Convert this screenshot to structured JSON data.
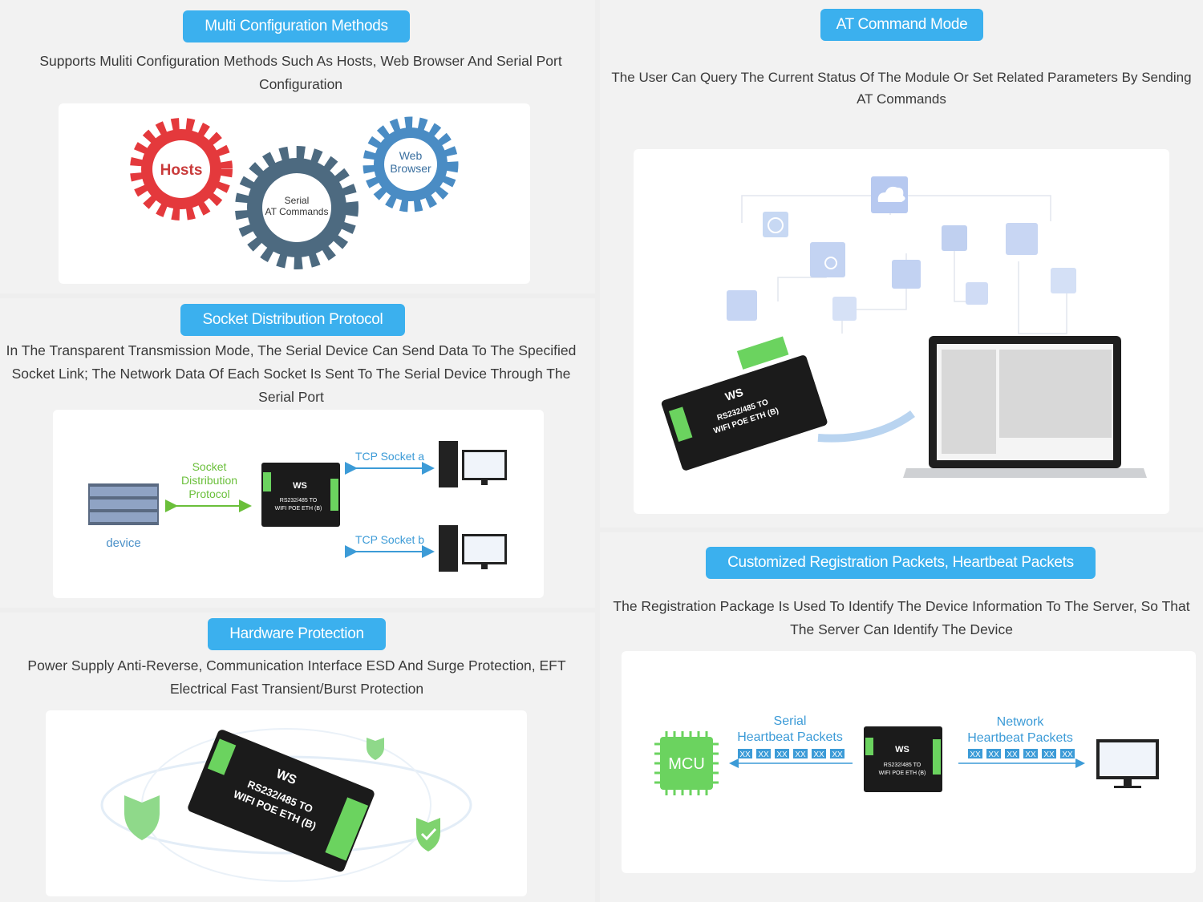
{
  "sections": {
    "multi_config": {
      "title": "Multi Configuration Methods",
      "description": "Supports Muliti Configuration Methods Such As Hosts, Web Browser And Serial Port Configuration",
      "gears": {
        "hosts": "Hosts",
        "serial_line1": "Serial",
        "serial_line2": "AT Commands",
        "web_line1": "Web",
        "web_line2": "Browser"
      }
    },
    "socket": {
      "title": "Socket Distribution Protocol",
      "description": "In The Transparent Transmission Mode, The Serial Device Can Send Data To The Specified Socket Link; The Network Data Of Each Socket Is Sent To The Serial Device Through The Serial Port",
      "label_line1": "Socket",
      "label_line2": "Distribution",
      "label_line3": "Protocol",
      "socket_a": "TCP Socket a",
      "socket_b": "TCP Socket b",
      "device": "device"
    },
    "hardware": {
      "title": "Hardware Protection",
      "description": "Power Supply Anti-Reverse, Communication Interface ESD And Surge Protection, EFT Electrical Fast Transient/Burst Protection"
    },
    "at_command": {
      "title": "AT Command Mode",
      "description": "The User Can Query The Current Status Of The Module Or Set Related Parameters By Sending AT Commands"
    },
    "registration": {
      "title": "Customized Registration Packets, Heartbeat Packets",
      "description": "The Registration Package Is Used To Identify The Device Information To The Server, So That The Server Can Identify The Device",
      "mcu": "MCU",
      "serial_line1": "Serial",
      "serial_line2": "Heartbeat Packets",
      "network_line1": "Network",
      "network_line2": "Heartbeat Packets",
      "packet": "XX"
    }
  },
  "device_label": {
    "brand": "WS",
    "line1": "RS232/485 TO",
    "line2": "WIFI POE ETH (B)"
  },
  "colors": {
    "accent": "#3bb0ee",
    "gear_red": "#e4393c",
    "gear_blue": "#4a8cc4",
    "gear_slate": "#4d6a80",
    "green": "#6bd35f",
    "arrow_blue": "#3c9bd7",
    "text_blue": "#4a90c8"
  }
}
